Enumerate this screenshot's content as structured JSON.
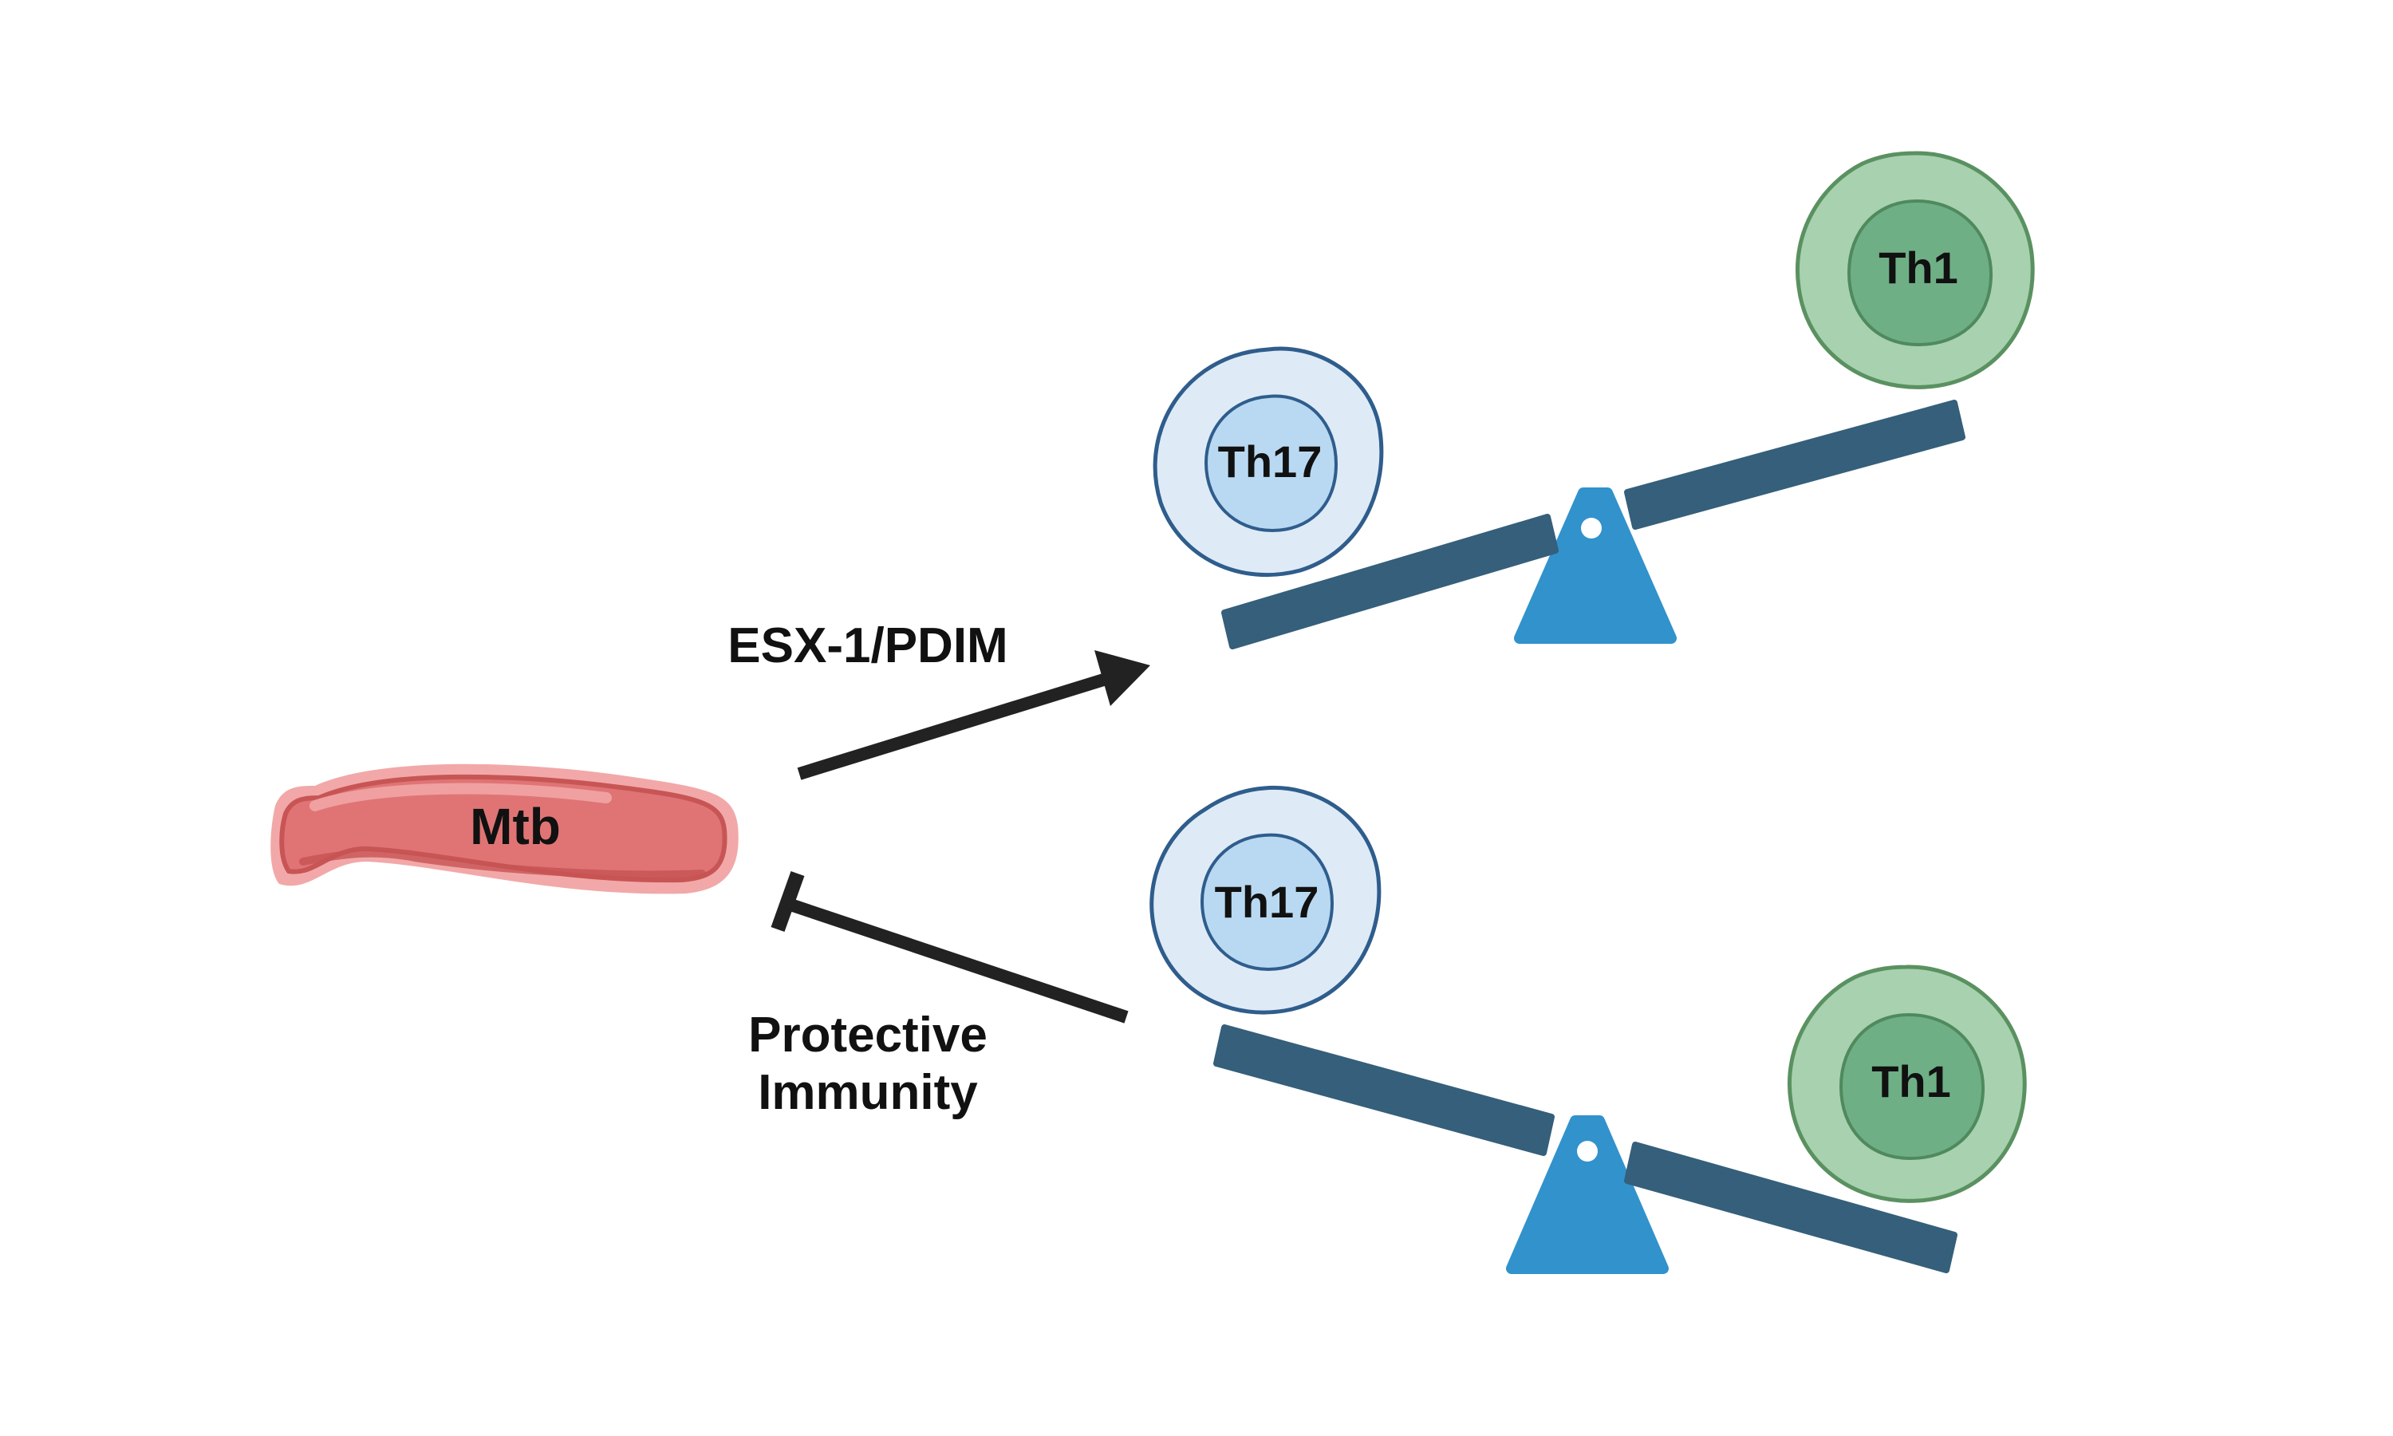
{
  "labels": {
    "mtb": "Mtb",
    "arrow_activates": "ESX-1/PDIM",
    "arrow_inhibits_line1": "Protective",
    "arrow_inhibits_line2": "Immunity",
    "top_left_cell": "Th17",
    "top_right_cell": "Th1",
    "bottom_left_cell": "Th17",
    "bottom_right_cell": "Th1"
  },
  "colors": {
    "mtb_fill": "#e07474",
    "mtb_outline": "#c85555",
    "th17_outer": "#deebf7",
    "th17_inner": "#b9d9f2",
    "th17_stroke": "#2f5d8c",
    "th1_outer": "#a8d1b0",
    "th1_inner": "#6faf86",
    "th1_stroke": "#5a9160",
    "beam": "#355f7a",
    "fulcrum": "#3192cc",
    "arrow": "#222222"
  },
  "icons": {
    "mtb": "bacterium-icon",
    "activates": "arrow-icon",
    "inhibits": "inhibition-bar-icon",
    "balance": "seesaw-icon"
  }
}
